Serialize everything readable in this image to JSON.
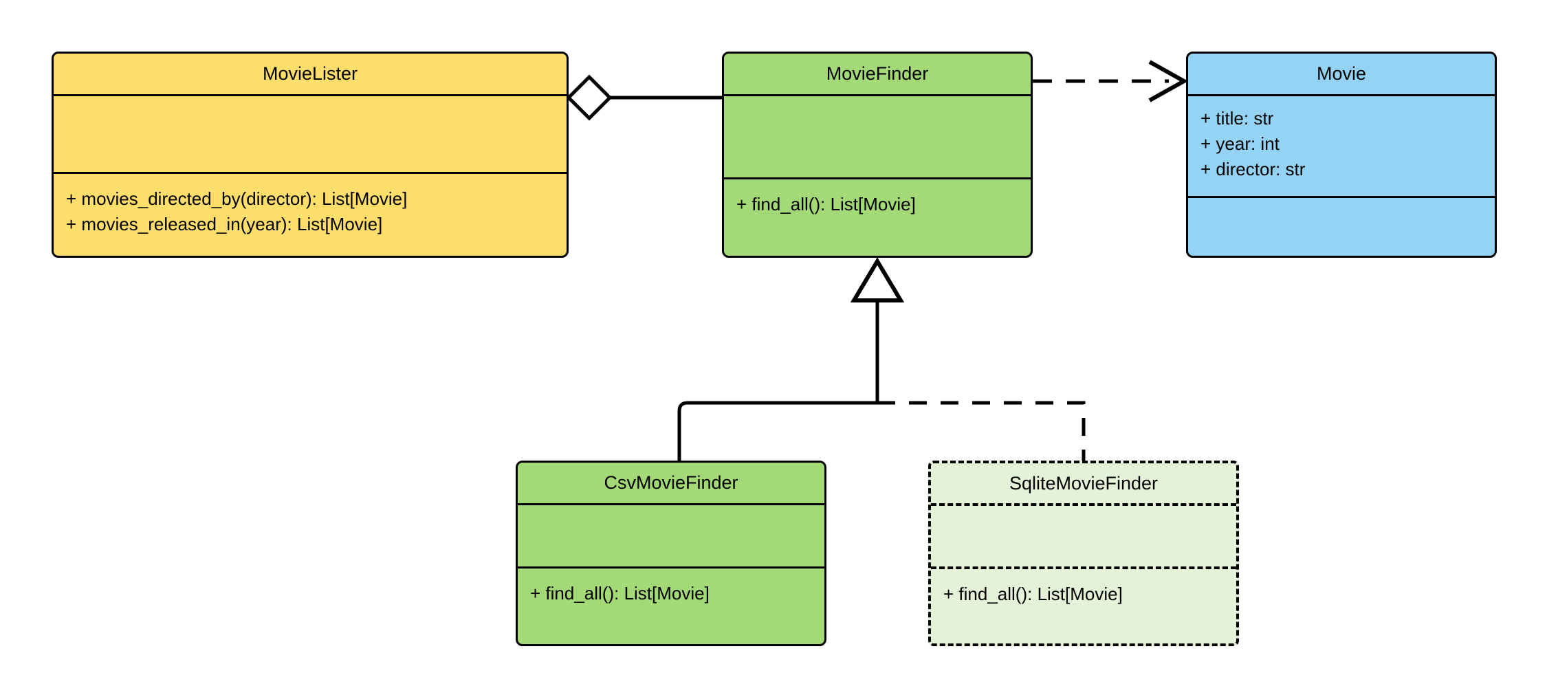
{
  "diagram": {
    "kind": "uml-class-diagram",
    "background": "#ffffff",
    "line_color": "#000000",
    "classes": [
      {
        "id": "movielister",
        "name": "MovieLister",
        "fill": "#FFDE6B",
        "border_style": "solid",
        "attributes": [],
        "methods": [
          "+ movies_directed_by(director): List[Movie]",
          "+ movies_released_in(year): List[Movie]"
        ]
      },
      {
        "id": "moviefinder",
        "name": "MovieFinder",
        "fill": "#A3D977",
        "border_style": "solid",
        "attributes": [],
        "methods": [
          "+ find_all(): List[Movie]"
        ]
      },
      {
        "id": "movie",
        "name": "Movie",
        "fill": "#95D3F5",
        "border_style": "solid",
        "attributes": [
          "+ title: str",
          "+ year: int",
          "+ director: str"
        ],
        "methods": []
      },
      {
        "id": "csvmoviefinder",
        "name": "CsvMovieFinder",
        "fill": "#A3D977",
        "border_style": "solid",
        "attributes": [],
        "methods": [
          "+ find_all(): List[Movie]"
        ]
      },
      {
        "id": "sqlitemoviefinder",
        "name": "SqliteMovieFinder",
        "fill": "#E4F2D8",
        "border_style": "dashed",
        "attributes": [],
        "methods": [
          "+ find_all(): List[Movie]"
        ]
      }
    ],
    "relationships": [
      {
        "id": "aggregation-movielister-moviefinder",
        "type": "aggregation",
        "from": "MovieLister",
        "to": "MovieFinder",
        "line_style": "solid",
        "source_marker": "hollow-diamond",
        "target_marker": "none"
      },
      {
        "id": "dependency-moviefinder-movie",
        "type": "dependency",
        "from": "MovieFinder",
        "to": "Movie",
        "line_style": "dashed",
        "source_marker": "none",
        "target_marker": "open-arrow"
      },
      {
        "id": "inheritance-csvmoviefinder-moviefinder",
        "type": "generalization",
        "from": "CsvMovieFinder",
        "to": "MovieFinder",
        "line_style": "solid",
        "source_marker": "none",
        "target_marker": "hollow-triangle"
      },
      {
        "id": "inheritance-sqlitemoviefinder-moviefinder",
        "type": "generalization",
        "from": "SqliteMovieFinder",
        "to": "MovieFinder",
        "line_style": "dashed",
        "source_marker": "none",
        "target_marker": "hollow-triangle"
      }
    ]
  }
}
